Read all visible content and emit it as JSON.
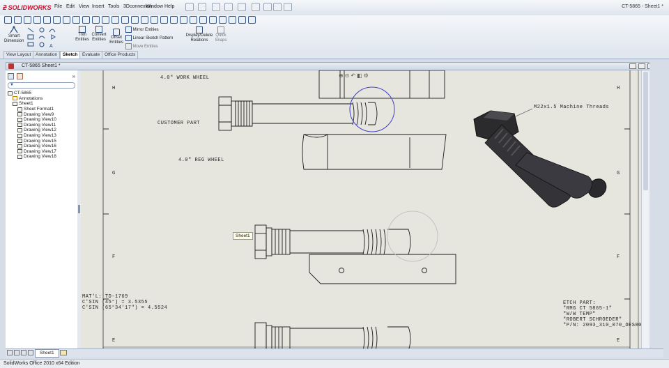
{
  "app": {
    "logo": "SOLIDWORKS",
    "window_title": "CT-5865 - Sheet1 *"
  },
  "menu": [
    "File",
    "Edit",
    "View",
    "Insert",
    "Tools",
    "3Dconnexion",
    "Window",
    "Help"
  ],
  "commands": {
    "smart_dimension": "Smart Dimension",
    "trim_entities": "Trim Entities",
    "convert_entities": "Convert Entities",
    "offset_entities": "Offset Entities",
    "mirror_entities": "Mirror Entities",
    "linear_sketch_pattern": "Linear Sketch Pattern",
    "move_entities": "Move Entities",
    "display_delete_relations": "Display/Delete Relations",
    "quick_snaps": "Quick Snaps"
  },
  "tabs": [
    {
      "label": "View Layout",
      "active": false
    },
    {
      "label": "Annotation",
      "active": false
    },
    {
      "label": "Sketch",
      "active": true
    },
    {
      "label": "Evaluate",
      "active": false
    },
    {
      "label": "Office Products",
      "active": false
    }
  ],
  "document": {
    "title": "CT-5865    Sheet1 *"
  },
  "tree": {
    "root": "CT-5865",
    "items": [
      "Annotations",
      "Sheet1",
      "Sheet Format1",
      "Drawing View9",
      "Drawing View10",
      "Drawing View11",
      "Drawing View12",
      "Drawing View13",
      "Drawing View15",
      "Drawing View16",
      "Drawing View17",
      "Drawing View18"
    ]
  },
  "drawing": {
    "label_work_wheel": "4.0\" WORK WHEEL",
    "label_customer_part": "CUSTOMER PART",
    "label_reg_wheel": "4.0\" REG WHEEL",
    "label_thread": "M22x1.5 Machine Threads",
    "tooltip": "Sheet1",
    "notes_left": [
      "MAT'L: TD-1769",
      "C'SIN (45°) = 3.5355",
      "C'SIN (65°34'17\") = 4.5524"
    ],
    "notes_right": [
      "ETCH PART:",
      "\"RMG CT 5865-1\"",
      "\"W/W TEMP\"",
      "\"ROBERT SCHROEDER\"",
      "\"P/N: 2093_310_070_DES001\""
    ],
    "border_letters_left": [
      "H",
      "G",
      "F",
      "E"
    ],
    "border_letters_right": [
      "H",
      "G",
      "F",
      "E"
    ]
  },
  "sheet_tab": "Sheet1",
  "status": "SolidWorks Office 2010 x64 Edition",
  "colors": {
    "sheet_bg": "#e6e6df",
    "accent": "#c8102e",
    "selection_circle": "#3d3dcc"
  }
}
